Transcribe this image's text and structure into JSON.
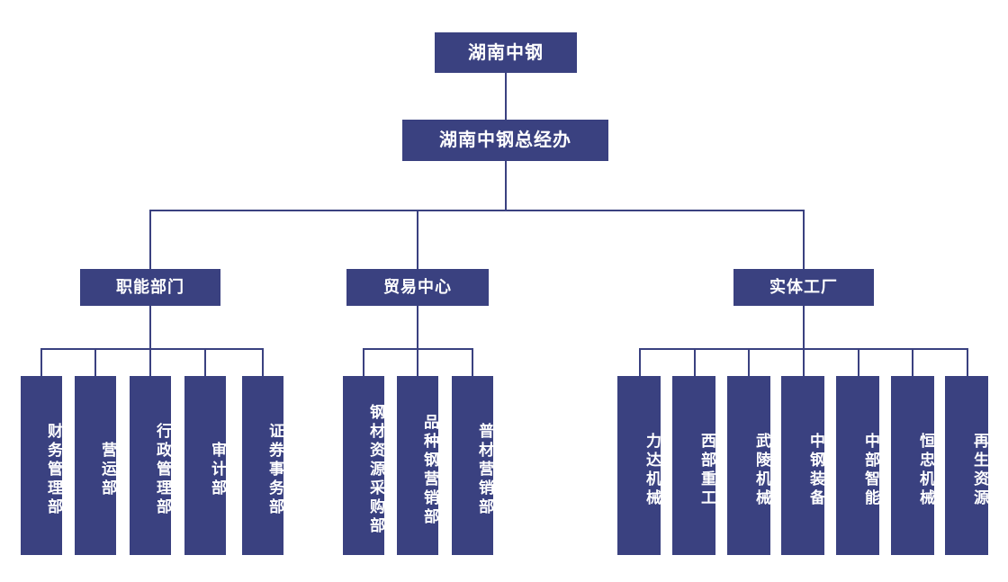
{
  "chart_data": {
    "type": "diagram",
    "subtype": "organization-chart",
    "title": "湖南中钢",
    "orientation": "top-down",
    "node_fill": "#3a4180",
    "node_text_color": "#ffffff",
    "connector_color": "#3a4180",
    "background": "#ffffff"
  },
  "root": {
    "label": "湖南中钢"
  },
  "general_office": {
    "label": "湖南中钢总经办"
  },
  "divisions": [
    {
      "label": "职能部门",
      "children": [
        {
          "label": "财务管理部"
        },
        {
          "label": "营运部"
        },
        {
          "label": "行政管理部"
        },
        {
          "label": "审计部"
        },
        {
          "label": "证券事务部"
        }
      ]
    },
    {
      "label": "贸易中心",
      "children": [
        {
          "label": "钢材资源采购部"
        },
        {
          "label": "品种钢营销部"
        },
        {
          "label": "普材营销部"
        }
      ]
    },
    {
      "label": "实体工厂",
      "children": [
        {
          "label": "力达机械"
        },
        {
          "label": "西部重工"
        },
        {
          "label": "武陵机械"
        },
        {
          "label": "中钢装备"
        },
        {
          "label": "中部智能"
        },
        {
          "label": "恒忠机械"
        },
        {
          "label": "再生资源"
        }
      ]
    }
  ]
}
